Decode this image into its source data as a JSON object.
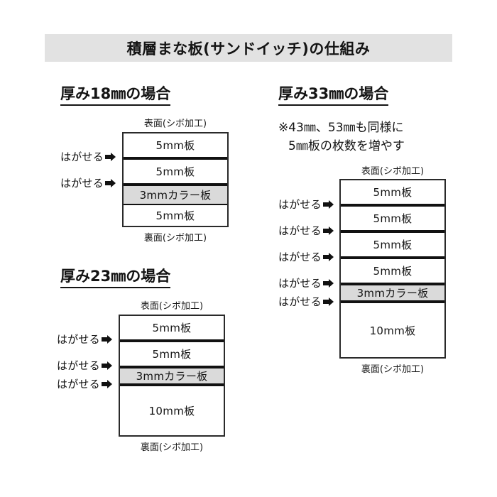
{
  "title": "積層まな板(サンドイッチ)の仕組み",
  "labels": {
    "peel": "はがせる",
    "front_face": "表面(シボ加工)",
    "back_face": "裏面(シボ加工)",
    "board_5mm": "5mm板",
    "board_10mm": "10mm板",
    "board_3mm_color": "3mmカラー板"
  },
  "colors": {
    "title_band": "#e2e2e2",
    "color_board_fill": "#dadada",
    "outline": "#2a2a2a",
    "separator": "#111111",
    "text": "#141414",
    "page_background": "#ffffff"
  },
  "sections": [
    {
      "id": "thickness-18mm",
      "heading": "厚み18㎜の場合",
      "note": null,
      "top_caption": "表面(シボ加工)",
      "bottom_caption": "裏面(シボ加工)",
      "layers": [
        {
          "label": "5mm板",
          "type": "plain",
          "peelable_below": true
        },
        {
          "label": "5mm板",
          "type": "plain",
          "peelable_below": true
        },
        {
          "label": "3mmカラー板",
          "type": "color",
          "peelable_below": false
        },
        {
          "label": "5mm板",
          "type": "plain",
          "peelable_below": false
        }
      ],
      "peel_count": 2
    },
    {
      "id": "thickness-23mm",
      "heading": "厚み23㎜の場合",
      "note": null,
      "top_caption": "表面(シボ加工)",
      "bottom_caption": "裏面(シボ加工)",
      "layers": [
        {
          "label": "5mm板",
          "type": "plain",
          "peelable_below": true
        },
        {
          "label": "5mm板",
          "type": "plain",
          "peelable_below": true
        },
        {
          "label": "3mmカラー板",
          "type": "color",
          "peelable_below": true
        },
        {
          "label": "10mm板",
          "type": "plain",
          "peelable_below": false
        }
      ],
      "peel_count": 3
    },
    {
      "id": "thickness-33mm",
      "heading": "厚み33㎜の場合",
      "note_line1": "※43㎜、53㎜も同様に",
      "note_line2": "5㎜板の枚数を増やす",
      "top_caption": "表面(シボ加工)",
      "bottom_caption": "裏面(シボ加工)",
      "layers": [
        {
          "label": "5mm板",
          "type": "plain",
          "peelable_below": true
        },
        {
          "label": "5mm板",
          "type": "plain",
          "peelable_below": true
        },
        {
          "label": "5mm板",
          "type": "plain",
          "peelable_below": true
        },
        {
          "label": "5mm板",
          "type": "plain",
          "peelable_below": true
        },
        {
          "label": "3mmカラー板",
          "type": "color",
          "peelable_below": true
        },
        {
          "label": "10mm板",
          "type": "plain",
          "peelable_below": false
        }
      ],
      "peel_count": 5
    }
  ]
}
